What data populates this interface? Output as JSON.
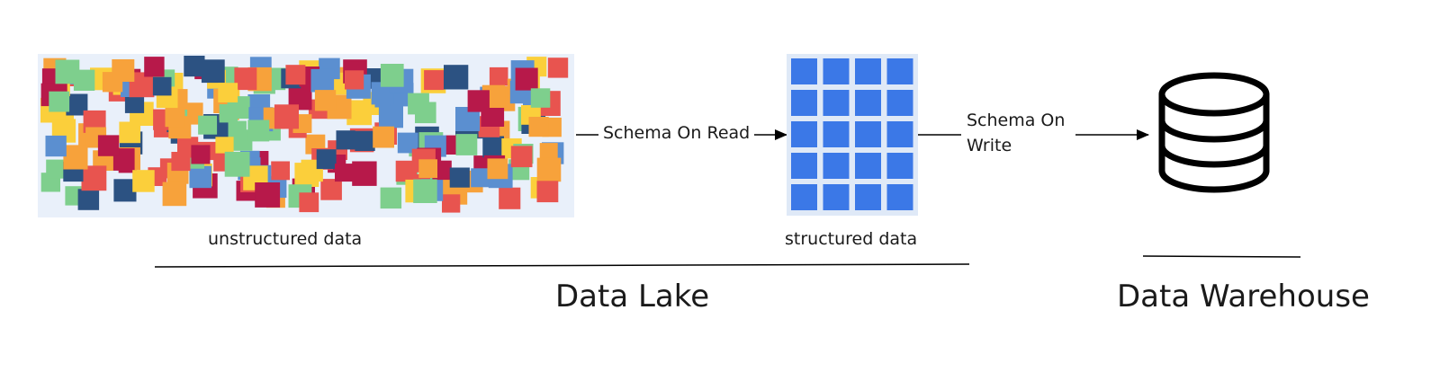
{
  "source": {
    "label": "unstructured data"
  },
  "target": {
    "label": "structured data"
  },
  "edges": {
    "read": "Schema On Read",
    "write": "Schema On\nWrite"
  },
  "sections": {
    "lake": "Data Lake",
    "warehouse": "Data Warehouse"
  },
  "colors": {
    "tiles": [
      "#e8544f",
      "#f7a23b",
      "#fbcf3b",
      "#2c5282",
      "#b7194a",
      "#5b8fd0",
      "#7ecf8d"
    ],
    "grid_cell": "#3b78e7",
    "grid_bg": "#dfe9f7",
    "mosaic_bg": "#e9f0fa",
    "line": "#000000"
  },
  "icons": {
    "database": "database-icon"
  }
}
